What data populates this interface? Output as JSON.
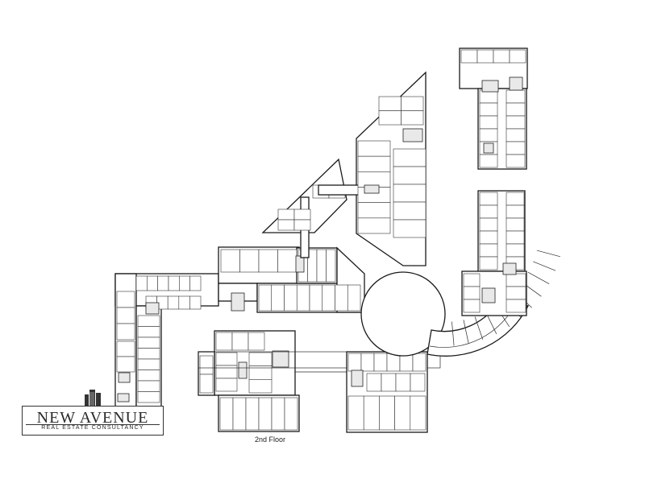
{
  "floor_label": "2nd Floor",
  "logo": {
    "name": "NEW AVENUE",
    "tagline": "REAL ESTATE CONSULTANCY"
  },
  "colors": {
    "line": "#1a1a1a",
    "background": "#ffffff",
    "core_fill": "#e9e9e9"
  }
}
